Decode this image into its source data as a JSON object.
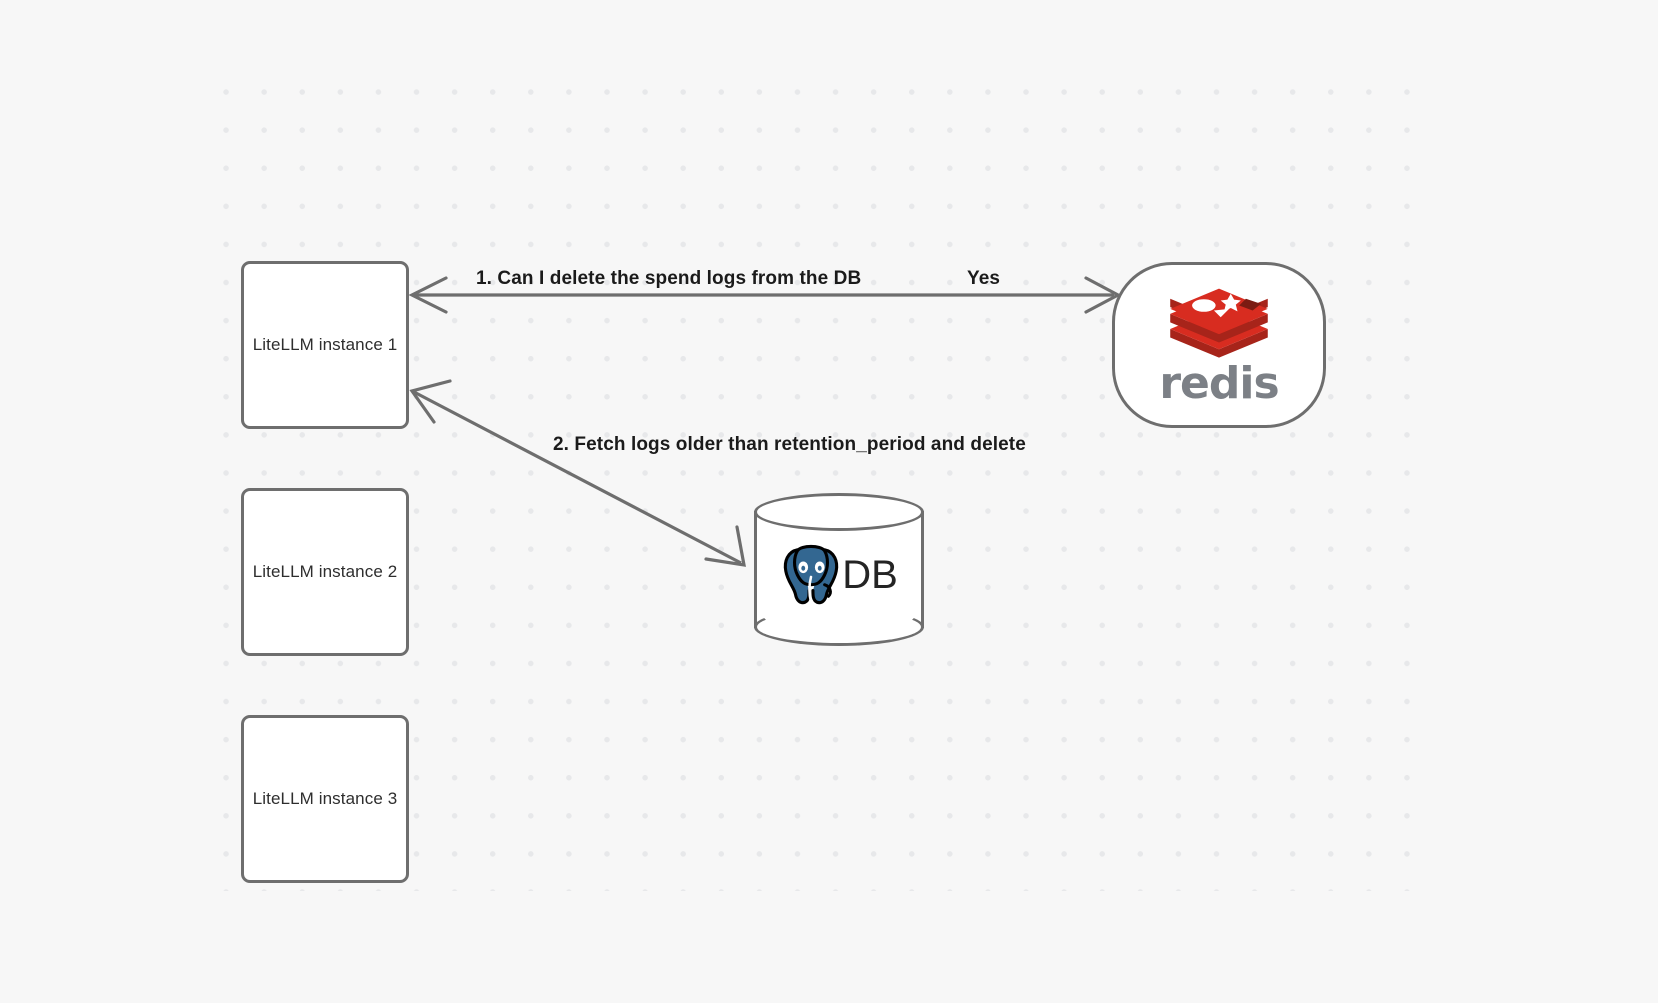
{
  "canvas": {
    "background_color": "#f7f7f7",
    "dot_color": "#e7e8ea",
    "node_border_color": "#6e6e6e",
    "edge_color": "#6e6e6e"
  },
  "nodes": {
    "litellm_instances": [
      {
        "id": "litellm-1",
        "label": "LiteLLM instance 1"
      },
      {
        "id": "litellm-2",
        "label": "LiteLLM instance 2"
      },
      {
        "id": "litellm-3",
        "label": "LiteLLM instance 3"
      }
    ],
    "redis": {
      "id": "redis",
      "wordmark": "redis",
      "logo_color": "#d82c20",
      "logo_shadow_color": "#a7241a",
      "wordmark_color": "#7c8086"
    },
    "postgres": {
      "id": "postgres-db",
      "label": "DB",
      "logo_color": "#336791"
    }
  },
  "edges": [
    {
      "id": "edge-redis-to-litellm-1",
      "label": "1.  Can I delete the spend logs from the DB",
      "from": "litellm-1",
      "to": "redis",
      "direction": "bidirectional"
    },
    {
      "id": "edge-redis-response",
      "label": "Yes",
      "from": "redis",
      "to": "litellm-1",
      "direction": "to-litellm"
    },
    {
      "id": "edge-litellm-1-to-postgres",
      "label": "2.  Fetch logs older than retention_period and delete",
      "from": "litellm-1",
      "to": "postgres-db",
      "direction": "bidirectional"
    }
  ]
}
